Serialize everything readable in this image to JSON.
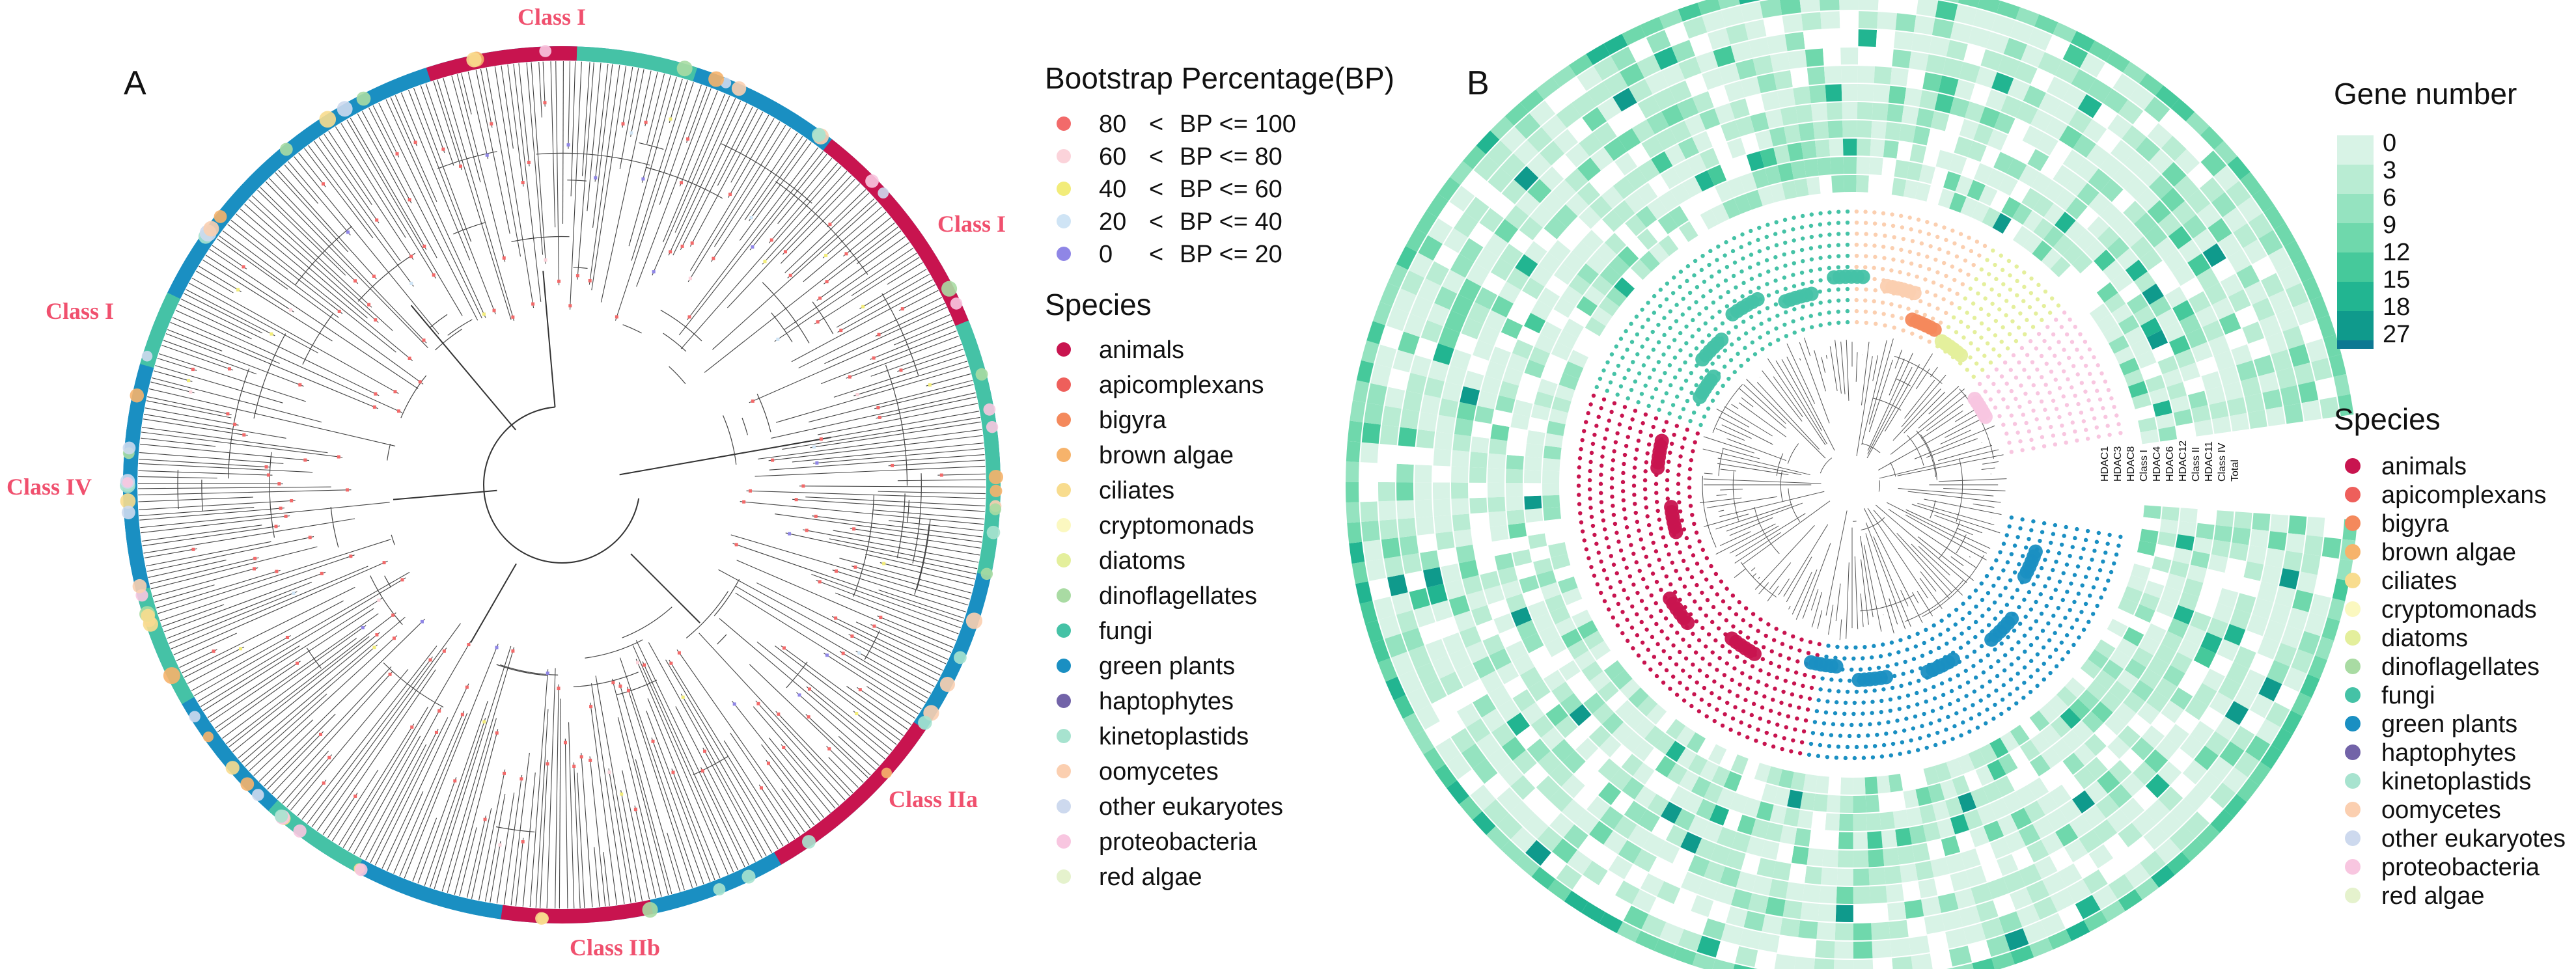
{
  "panel_a": {
    "letter": "A",
    "class_labels": {
      "top": "Class I",
      "right": "Class I",
      "left_upper": "Class I",
      "left": "Class IV",
      "lower_right": "Class IIa",
      "bottom": "Class IIb"
    },
    "bootstrap_legend": {
      "title": "Bootstrap Percentage(BP)",
      "items": [
        {
          "low": "80",
          "op": "<",
          "rule": "BP <= 100",
          "color": "#f26a6a"
        },
        {
          "low": "60",
          "op": "<",
          "rule": "BP <= 80",
          "color": "#fbd3da"
        },
        {
          "low": "40",
          "op": "<",
          "rule": "BP <= 60",
          "color": "#f2ec7a"
        },
        {
          "low": "20",
          "op": "<",
          "rule": "BP <= 40",
          "color": "#cfe4f5"
        },
        {
          "low": "0",
          "op": "<",
          "rule": "BP <= 20",
          "color": "#8f86e6"
        }
      ]
    }
  },
  "panel_b": {
    "letter": "B",
    "gene_number": {
      "title": "Gene number",
      "ticks": [
        "0",
        "3",
        "6",
        "9",
        "12",
        "15",
        "18",
        "27"
      ],
      "colors": [
        "#d8f3e6",
        "#b9ecd3",
        "#95e3c0",
        "#6fd8ac",
        "#46c99b",
        "#22b591",
        "#0f9a8c",
        "#0c7892"
      ]
    },
    "track_labels": [
      "HDAC1",
      "HDAC3",
      "HDAC8",
      "Class I",
      "HDAC4",
      "HDAC6",
      "HDAC12",
      "Class II",
      "HDAC11",
      "Class IV",
      "Total"
    ]
  },
  "species_title": "Species",
  "species": [
    {
      "name": "animals",
      "color": "#c8144f"
    },
    {
      "name": "apicomplexans",
      "color": "#ee5f5b"
    },
    {
      "name": "bigyra",
      "color": "#f4895c"
    },
    {
      "name": "brown algae",
      "color": "#f6b36b"
    },
    {
      "name": "ciliates",
      "color": "#f8dc8e"
    },
    {
      "name": "cryptomonads",
      "color": "#fbf8c0"
    },
    {
      "name": "diatoms",
      "color": "#e4ef9c"
    },
    {
      "name": "dinoflagellates",
      "color": "#a9dba3"
    },
    {
      "name": "fungi",
      "color": "#45c2a6"
    },
    {
      "name": "green plants",
      "color": "#1a8fc2"
    },
    {
      "name": "haptophytes",
      "color": "#7263a8"
    },
    {
      "name": "kinetoplastids",
      "color": "#a7e3cf"
    },
    {
      "name": "oomycetes",
      "color": "#fbcfb0"
    },
    {
      "name": "other eukaryotes",
      "color": "#cdd9ee"
    },
    {
      "name": "proteobacteria",
      "color": "#f8c6e0"
    },
    {
      "name": "red algae",
      "color": "#e5f2cd"
    }
  ]
}
